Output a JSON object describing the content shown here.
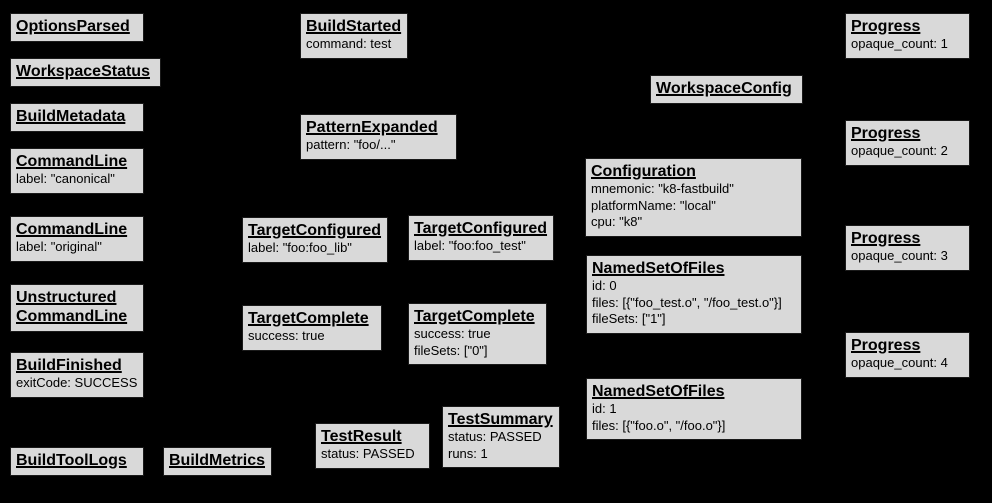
{
  "diagram": {
    "description": "Build event protocol diagram",
    "background_color": "#000000",
    "box_fill_color": "#d9d9d9",
    "box_border_color": "#1a1a1a",
    "text_color": "#000000"
  },
  "boxes": [
    {
      "title": "OptionsParsed",
      "lines": []
    },
    {
      "title": "WorkspaceStatus",
      "lines": []
    },
    {
      "title": "BuildMetadata",
      "lines": []
    },
    {
      "title": "CommandLine",
      "lines": [
        "label: \"canonical\""
      ]
    },
    {
      "title": "CommandLine",
      "lines": [
        "label: \"original\""
      ]
    },
    {
      "title": "Unstructured CommandLine",
      "lines": []
    },
    {
      "title": "BuildFinished",
      "lines": [
        "exitCode: SUCCESS"
      ]
    },
    {
      "title": "BuildToolLogs",
      "lines": []
    },
    {
      "title": "BuildMetrics",
      "lines": []
    },
    {
      "title": "BuildStarted",
      "lines": [
        "command: test"
      ]
    },
    {
      "title": "PatternExpanded",
      "lines": [
        "pattern: \"foo/...\""
      ]
    },
    {
      "title": "TargetConfigured",
      "lines": [
        "label: \"foo:foo_lib\""
      ]
    },
    {
      "title": "TargetConfigured",
      "lines": [
        "label: \"foo:foo_test\""
      ]
    },
    {
      "title": "TargetComplete",
      "lines": [
        "success: true"
      ]
    },
    {
      "title": "TargetComplete",
      "lines": [
        "success: true",
        "fileSets: [\"0\"]"
      ]
    },
    {
      "title": "TestResult",
      "lines": [
        "status: PASSED"
      ]
    },
    {
      "title": "TestSummary",
      "lines": [
        "status: PASSED",
        "runs: 1"
      ]
    },
    {
      "title": "WorkspaceConfig",
      "lines": []
    },
    {
      "title": "Configuration",
      "lines": [
        "mnemonic: \"k8-fastbuild\"",
        "platformName: \"local\"",
        "cpu: \"k8\""
      ]
    },
    {
      "title": "NamedSetOfFiles",
      "lines": [
        "id: 0",
        "files: [{\"foo_test.o\", \"/foo_test.o\"}]",
        "fileSets: [\"1\"]"
      ]
    },
    {
      "title": "NamedSetOfFiles",
      "lines": [
        "id: 1",
        "files: [{\"foo.o\", \"/foo.o\"}]"
      ]
    },
    {
      "title": "Progress",
      "lines": [
        "opaque_count: 1"
      ]
    },
    {
      "title": "Progress",
      "lines": [
        "opaque_count: 2"
      ]
    },
    {
      "title": "Progress",
      "lines": [
        "opaque_count: 3"
      ]
    },
    {
      "title": "Progress",
      "lines": [
        "opaque_count: 4"
      ]
    }
  ]
}
